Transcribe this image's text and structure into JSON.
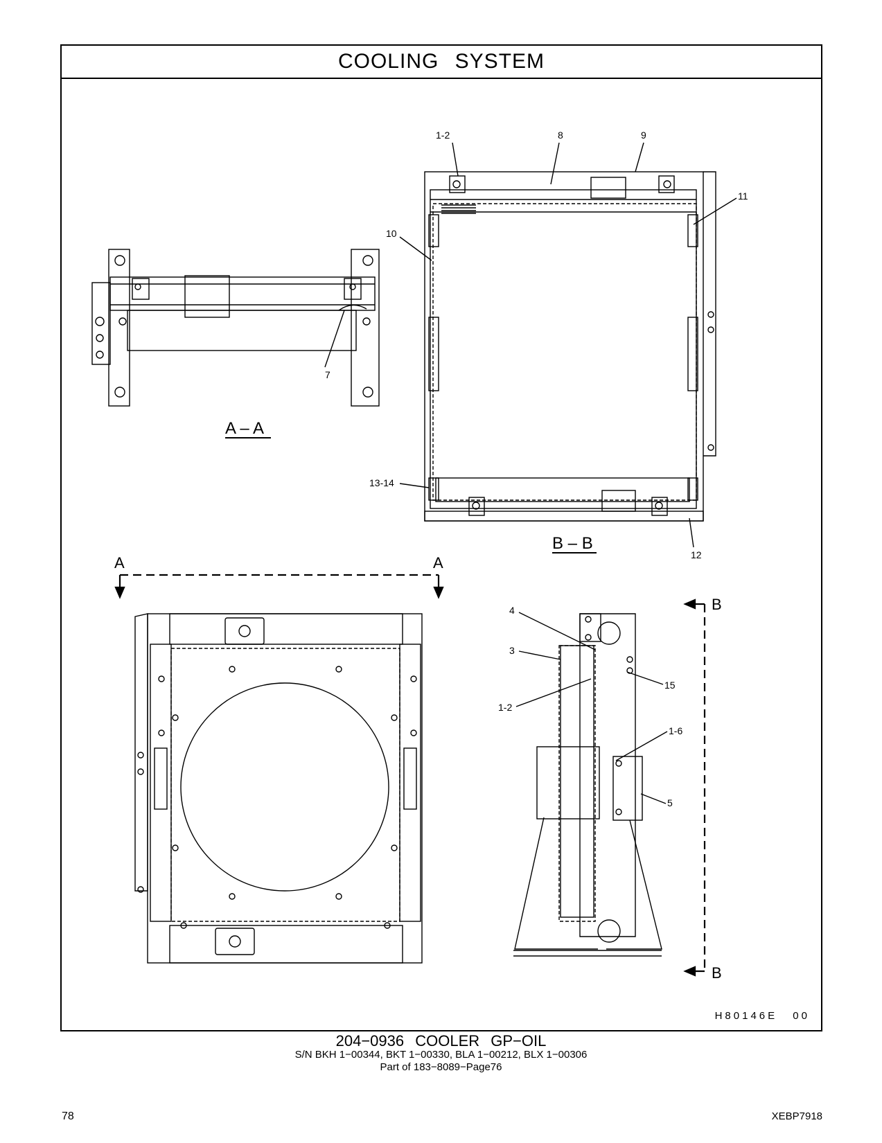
{
  "header": {
    "title": "COOLING SYSTEM"
  },
  "drawing": {
    "drawing_number": "H80146E 00",
    "section_labels": {
      "aa": "A – A",
      "bb": "B – B",
      "a_left": "A",
      "a_right": "A",
      "b_top": "B",
      "b_bottom": "B"
    },
    "callouts": [
      "1-2",
      "8",
      "9",
      "11",
      "10",
      "7",
      "13-14",
      "12",
      "4",
      "3",
      "15",
      "1-2",
      "1-6",
      "5"
    ]
  },
  "caption": {
    "part_line": "204−0936   COOLER  GP−OIL",
    "serial_line": "S/N BKH 1−00344, BKT 1−00330, BLA 1−00212, BLX 1−00306",
    "parent_line": "Part of 183−8089−Page76"
  },
  "footer": {
    "page_number": "78",
    "doc_code": "XEBP7918"
  }
}
